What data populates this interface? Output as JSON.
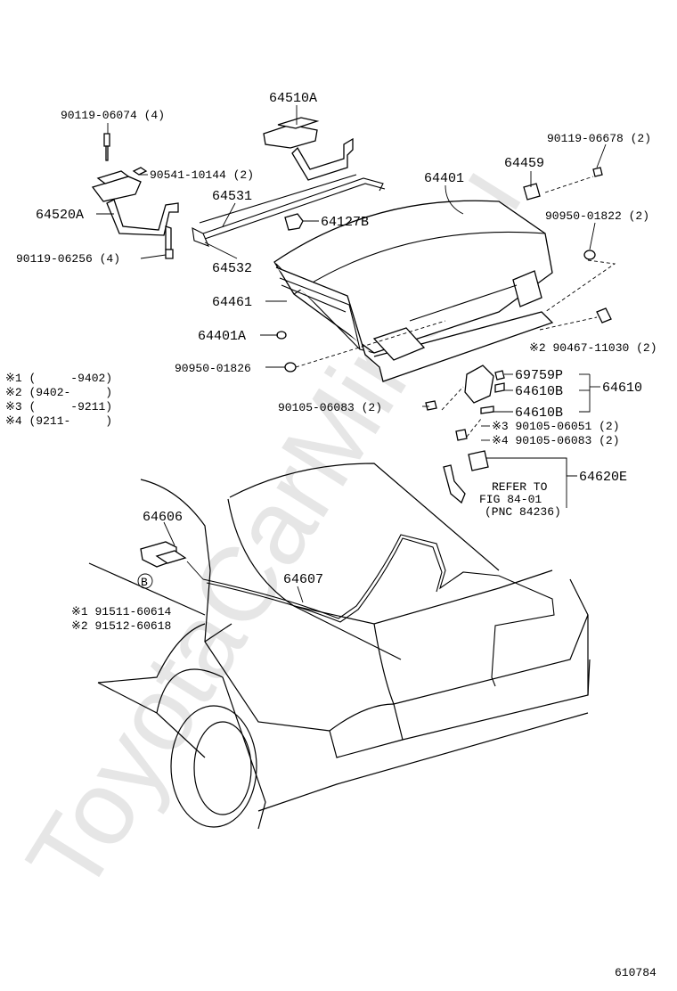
{
  "watermark": "ToyotaCarMine.ru",
  "figure_number": "610784",
  "remarks": {
    "r1": "※1 (     -9402)",
    "r2": "※2 (9402-     )",
    "r3": "※3 (     -9211)",
    "r4": "※4 (9211-     )"
  },
  "labels": {
    "p90119_06074": "90119-06074 (4)",
    "p64510A": "64510A",
    "p90541_10144": "90541-10144 (2)",
    "p64531": "64531",
    "p64520A": "64520A",
    "p64127B": "64127B",
    "p90119_06256": "90119-06256 (4)",
    "p64532": "64532",
    "p64401": "64401",
    "p64459": "64459",
    "p90119_06678": "90119-06678 (2)",
    "p90950_01822": "90950-01822 (2)",
    "p64461": "64461",
    "p64401A": "64401A",
    "p90467_11030": "※2 90467-11030 (2)",
    "p90950_01826": "90950-01826",
    "p69759P": "69759P",
    "p64610B_1": "64610B",
    "p64610": "64610",
    "p90105_06083": "90105-06083 (2)",
    "p64610B_2": "64610B",
    "p90105_06051_s3": "※3 90105-06051 (2)",
    "p90105_06083_s4": "※4 90105-06083 (2)",
    "refer_1": "REFER TO",
    "refer_2": "FIG 84-01",
    "refer_3": "(PNC 84236)",
    "p64620E": "64620E",
    "p64606": "64606",
    "p64607": "64607",
    "b_marker": "B",
    "p91511_60614": "※1 91511-60614",
    "p91512_60618": "※2 91512-60618"
  }
}
